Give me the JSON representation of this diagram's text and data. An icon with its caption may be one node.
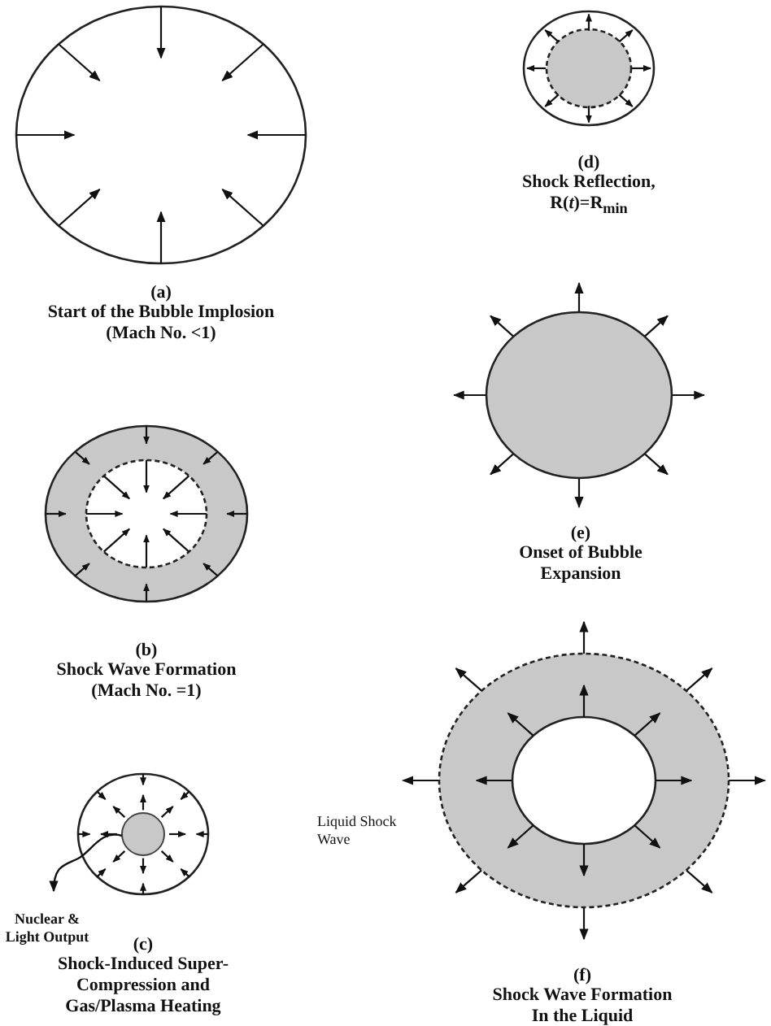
{
  "diagram": {
    "nodes": [
      {
        "text": [],
        "shape": "circle"
      },
      {
        "text": [
          "Nuclear & Light Output"
        ]
      }
    ],
    "edges": [
      {
        "from": 0,
        "to": 1,
        "arrow": "to"
      }
    ],
    "labels": [
      "(a)",
      "Start of the Bubble Implosion (Mach No. <1)",
      "(b)",
      "Shock Wave Formation (Mach No. =1)",
      "(c)",
      "Shock-Induced Super-Compression and Gas/Plasma Heating",
      "(d)",
      "Shock Reflection, R(*t*)=R$_{min}$",
      "(e)",
      "Onset of Bubble Expansion",
      "Liquid Shock Wave",
      "(f)",
      "Shock Wave Formation In the Liquid"
    ]
  }
}
